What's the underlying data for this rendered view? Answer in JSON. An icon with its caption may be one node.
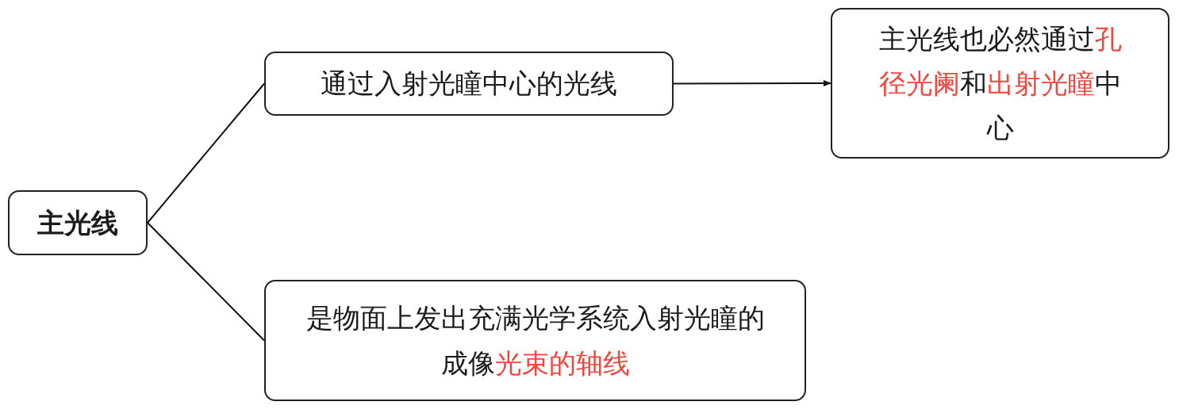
{
  "diagram": {
    "nodes": [
      {
        "text": [
          "主光线"
        ]
      },
      {
        "text": [
          "通过入射光瞳中心的光线"
        ]
      },
      {
        "text": [
          "主光线也必然通过**孔径光阑**和**出射光瞳**中心"
        ]
      },
      {
        "text": [
          "是物面上发出充满光学系统入射光瞳的成像**光束的轴线**"
        ]
      }
    ],
    "edges": [
      {
        "from": 0,
        "to": 1,
        "arrow": "none"
      },
      {
        "from": 0,
        "to": 3,
        "arrow": "none"
      },
      {
        "from": 1,
        "to": 2,
        "arrow": "to"
      }
    ]
  }
}
